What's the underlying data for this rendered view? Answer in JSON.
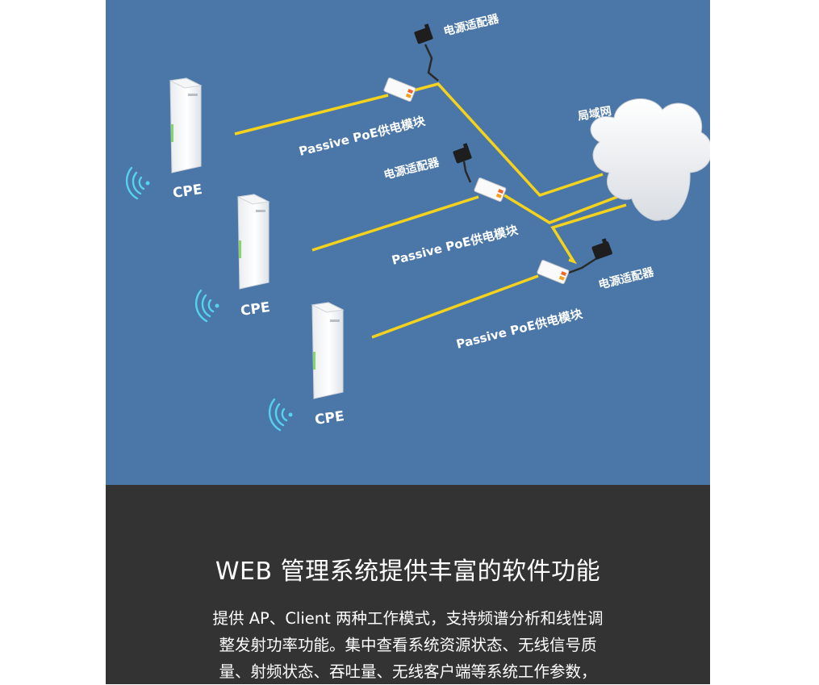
{
  "diagram": {
    "background": "#4b77a8",
    "cable_color": "#f5d21b",
    "devices": [
      {
        "type": "cpe",
        "label": "CPE"
      },
      {
        "type": "cpe",
        "label": "CPE"
      },
      {
        "type": "cpe",
        "label": "CPE"
      }
    ],
    "poe_modules": [
      {
        "label": "Passive PoE供电模块"
      },
      {
        "label": "Passive PoE供电模块"
      },
      {
        "label": "Passive PoE供电模块"
      }
    ],
    "power_adapters": [
      {
        "label": "电源适配器"
      },
      {
        "label": "电源适配器"
      },
      {
        "label": "电源适配器"
      }
    ],
    "network": {
      "label": "局域网",
      "icon": "cloud-icon"
    }
  },
  "info": {
    "background": "#333333",
    "title": "WEB 管理系统提供丰富的软件功能",
    "description_lines": [
      "提供 AP、Client 两种工作模式，支持频谱分析和线性调",
      "整发射功率功能。集中查看系统资源状态、无线信号质",
      "量、射频状态、吞吐量、无线客户端等系统工作参数，"
    ]
  }
}
